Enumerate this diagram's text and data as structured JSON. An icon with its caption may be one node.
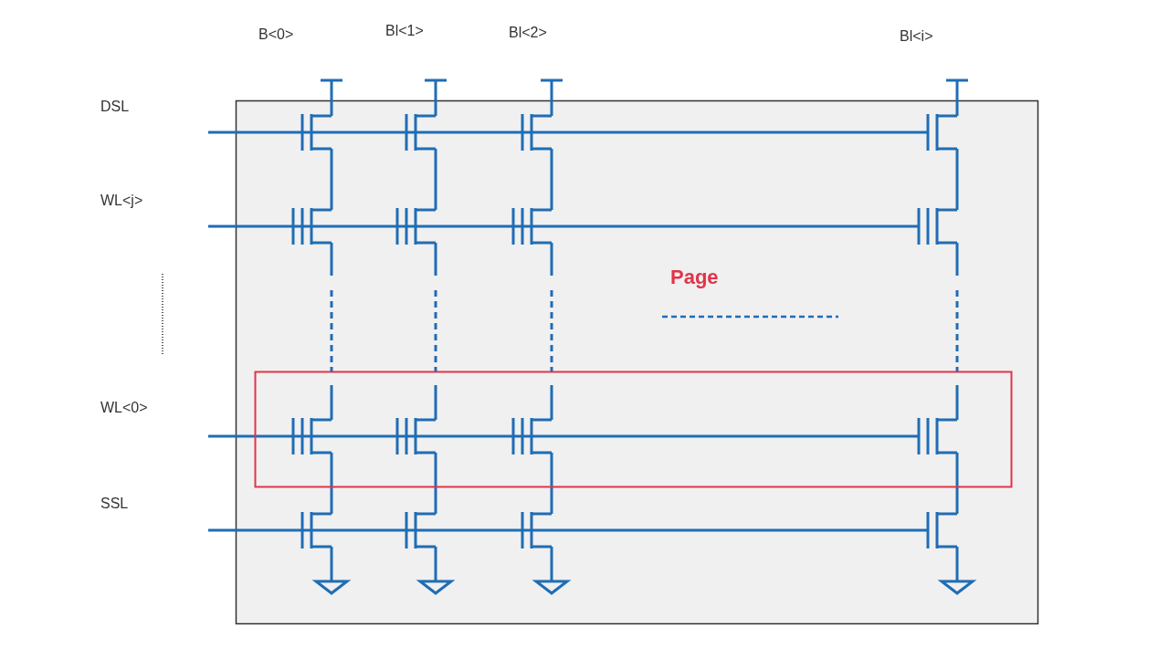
{
  "diagram": {
    "labels": [
      "B<0>",
      "Bl<1>",
      "Bl<2>",
      "Bl<i>",
      "DSL",
      "WL<j>",
      "Page",
      "WL<0>",
      "SSL"
    ]
  }
}
